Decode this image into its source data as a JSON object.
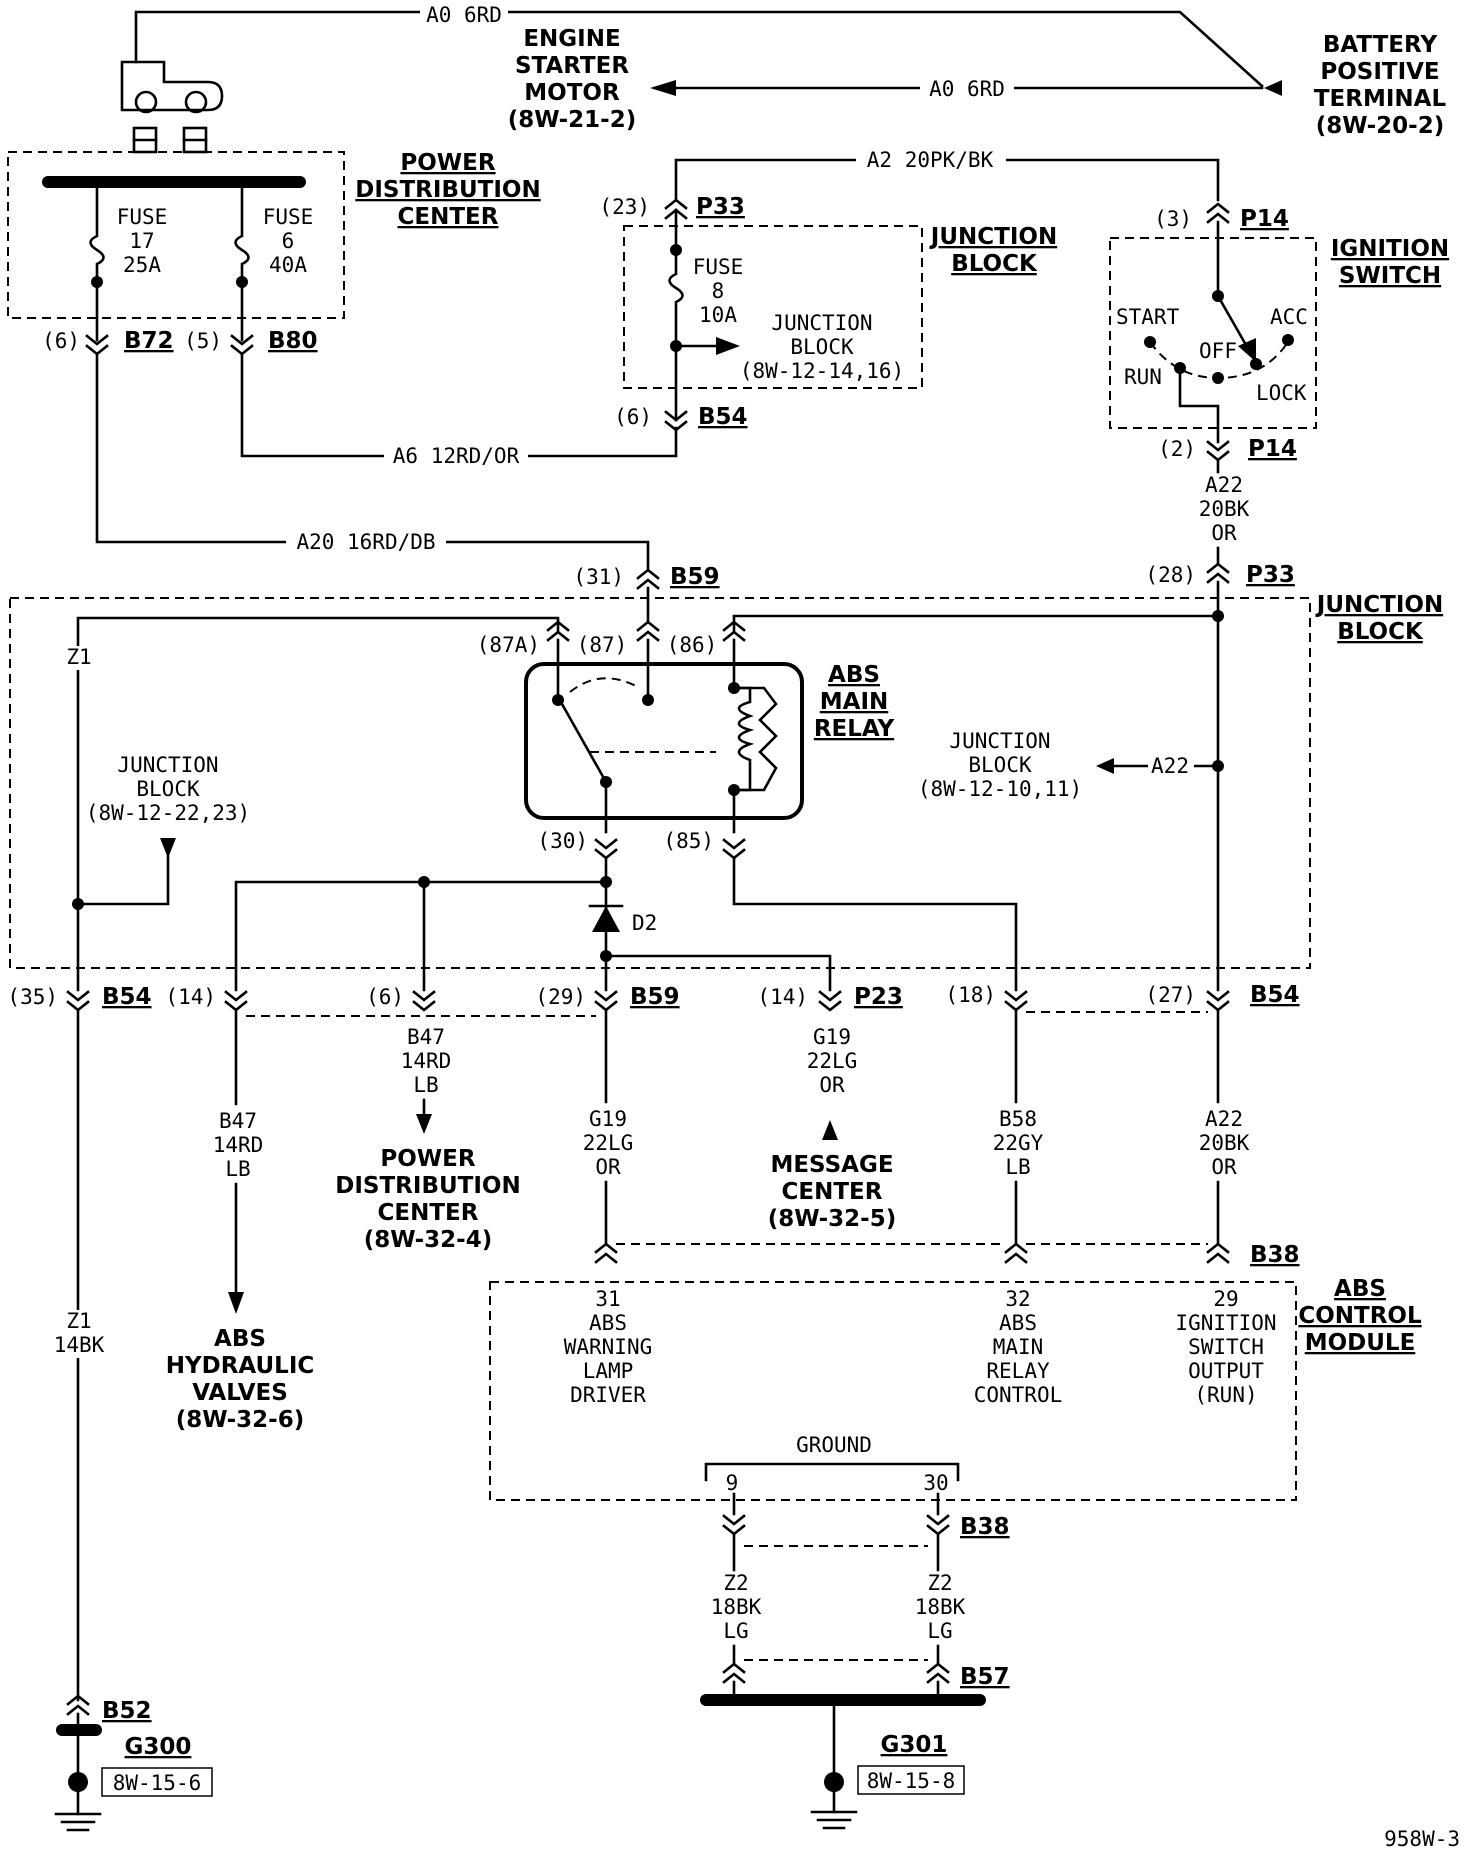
{
  "labels": {
    "engine_starter": [
      "ENGINE",
      "STARTER",
      "MOTOR",
      "(8W-21-2)"
    ],
    "battery_terminal": [
      "BATTERY",
      "POSITIVE",
      "TERMINAL",
      "(8W-20-2)"
    ],
    "power_distribution_center": [
      "POWER",
      "DISTRIBUTION",
      "CENTER"
    ],
    "junction_block_top": [
      "JUNCTION",
      "BLOCK"
    ],
    "ignition_switch": [
      "IGNITION",
      "SWITCH"
    ],
    "junction_block_main": [
      "JUNCTION",
      "BLOCK"
    ],
    "abs_main_relay": [
      "ABS",
      "MAIN",
      "RELAY"
    ],
    "abs_control_module": [
      "ABS",
      "CONTROL",
      "MODULE"
    ],
    "pdc_ref": [
      "POWER",
      "DISTRIBUTION",
      "CENTER",
      "(8W-32-4)"
    ],
    "hydraulic_valves": [
      "ABS",
      "HYDRAULIC",
      "VALVES",
      "(8W-32-6)"
    ],
    "message_center": [
      "MESSAGE",
      "CENTER",
      "(8W-32-5)"
    ],
    "jb_ref_fuse": [
      "JUNCTION",
      "BLOCK",
      "(8W-12-14,16)"
    ],
    "jb_ref_z1": [
      "JUNCTION",
      "BLOCK",
      "(8W-12-22,23)"
    ],
    "jb_ref_a22": [
      "JUNCTION",
      "BLOCK",
      "(8W-12-10,11)"
    ]
  },
  "fuses": {
    "fuse17": [
      "FUSE",
      "17",
      "25A"
    ],
    "fuse6": [
      "FUSE",
      "6",
      "40A"
    ],
    "fuse8": [
      "FUSE",
      "8",
      "10A"
    ]
  },
  "ignition_positions": {
    "start": "START",
    "acc": "ACC",
    "off": "OFF",
    "run": "RUN",
    "lock": "LOCK"
  },
  "wires": {
    "a0_top": "A0 6RD",
    "a0_starter": "A0 6RD",
    "a2": "A2 20PK/BK",
    "a6": "A6 12RD/OR",
    "a20": "A20 16RD/DB",
    "a22_upper": [
      "A22",
      "20BK",
      "OR"
    ],
    "a22_ref": "A22",
    "a22_lower": [
      "A22",
      "20BK",
      "OR"
    ],
    "z1_upper": "Z1",
    "z1_lower": [
      "Z1",
      "14BK"
    ],
    "b47_pdc": [
      "B47",
      "14RD",
      "LB"
    ],
    "b47_valves": [
      "B47",
      "14RD",
      "LB"
    ],
    "g19_left": [
      "G19",
      "22LG",
      "OR"
    ],
    "g19_msg": [
      "G19",
      "22LG",
      "OR"
    ],
    "b58": [
      "B58",
      "22GY",
      "LB"
    ],
    "z2_left": [
      "Z2",
      "18BK",
      "LG"
    ],
    "z2_right": [
      "Z2",
      "18BK",
      "LG"
    ],
    "diode": "D2"
  },
  "connectors": {
    "b72": "B72",
    "b80": "B80",
    "p33_top": "P33",
    "b54_top": "B54",
    "p14_top": "P14",
    "p14_bot": "P14",
    "b59_top": "B59",
    "p33_mid": "P33",
    "b54_left": "B54",
    "b59_mid": "B59",
    "p23": "P23",
    "b54_right": "B54",
    "b38_top": "B38",
    "b38_bot": "B38",
    "b57": "B57",
    "b52": "B52"
  },
  "pins": {
    "b72": "(6)",
    "b80": "(5)",
    "p33_23": "(23)",
    "b54_6": "(6)",
    "p14_3": "(3)",
    "p14_2": "(2)",
    "b59_31": "(31)",
    "p33_28": "(28)",
    "r87a": "(87A)",
    "r87": "(87)",
    "r86": "(86)",
    "r30": "(30)",
    "r85": "(85)",
    "b54_35": "(35)",
    "b54_14": "(14)",
    "b54_6b": "(6)",
    "b59_29": "(29)",
    "p23_14": "(14)",
    "b54_18": "(18)",
    "b54_27": "(27)"
  },
  "module_pins": {
    "p31": [
      "31",
      "ABS",
      "WARNING",
      "LAMP",
      "DRIVER"
    ],
    "p32": [
      "32",
      "ABS",
      "MAIN",
      "RELAY",
      "CONTROL"
    ],
    "p29": [
      "29",
      "IGNITION",
      "SWITCH",
      "OUTPUT",
      "(RUN)"
    ]
  },
  "ground": {
    "label": "GROUND",
    "pin9": "9",
    "pin30": "30"
  },
  "grounds": {
    "g300": "G300",
    "g300_ref": "8W-15-6",
    "g301": "G301",
    "g301_ref": "8W-15-8"
  },
  "page_id": "958W-3"
}
